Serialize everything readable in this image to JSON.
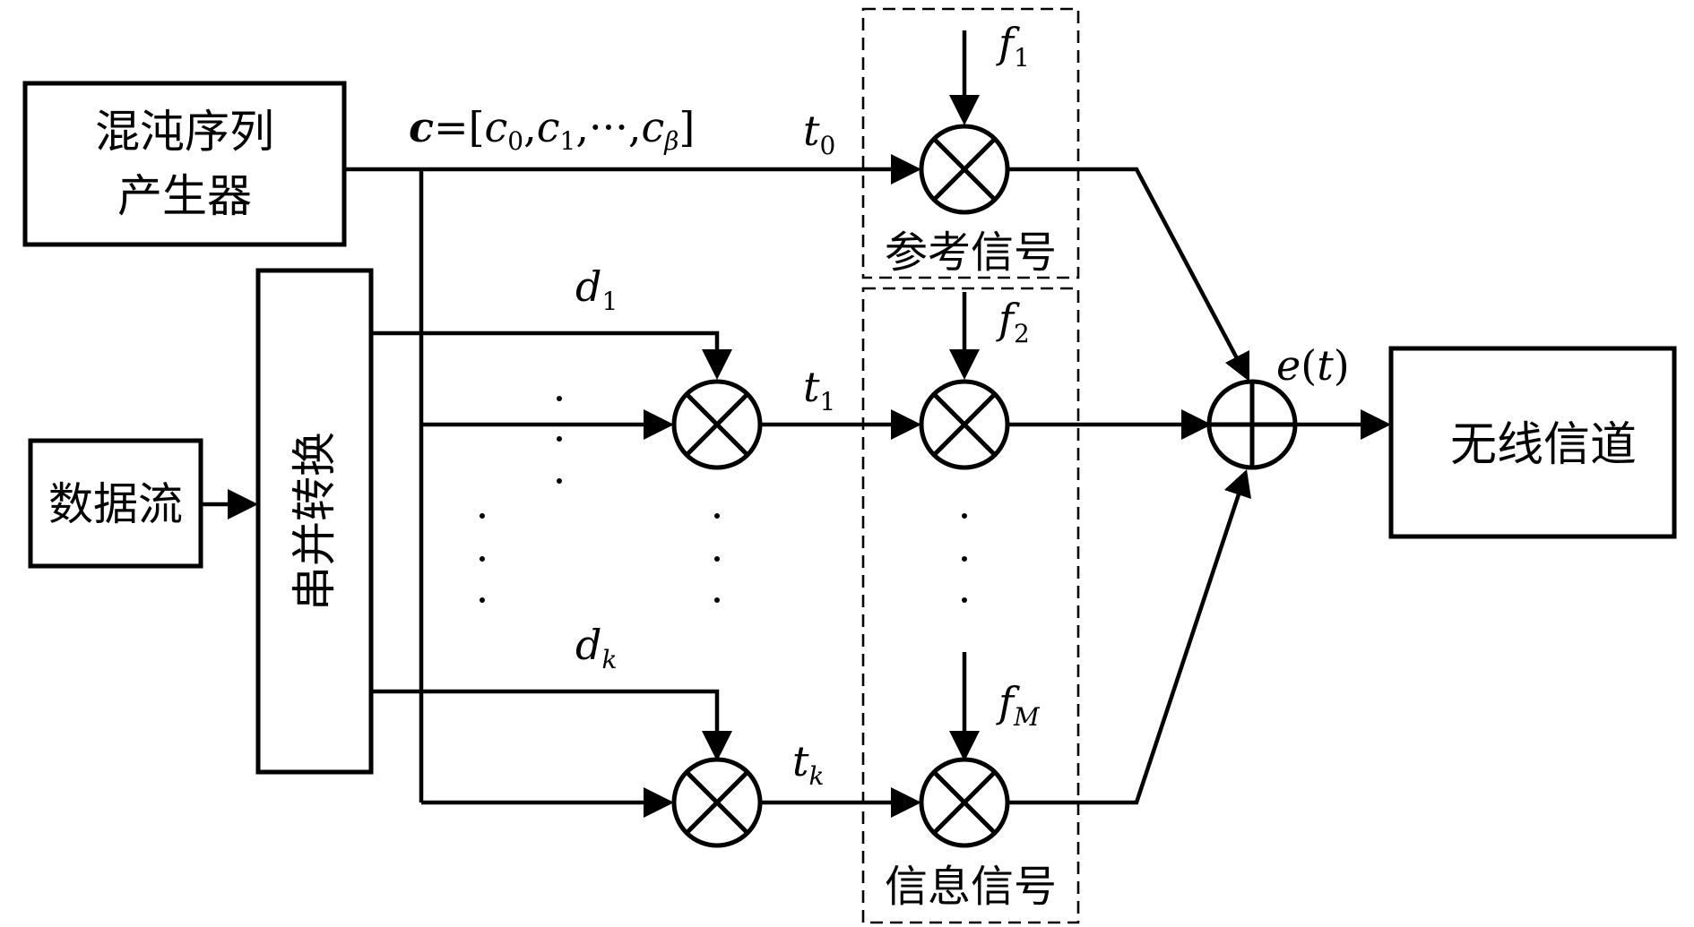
{
  "blocks": {
    "chaos_generator": {
      "line1": "混沌序列",
      "line2": "产生器"
    },
    "data_stream": "数据流",
    "serial_parallel": "串并转换",
    "wireless_channel": "无线信道"
  },
  "group_labels": {
    "reference": "参考信号",
    "information": "信息信号"
  },
  "sequence": {
    "name": "c",
    "equals": "=",
    "open": "[",
    "c": "c",
    "sub0": "0",
    "sub1": "1",
    "subb": "β",
    "comma": ",",
    "ellipsis": "···",
    "close": "]"
  },
  "signals": {
    "t": "t",
    "t0_sub": "0",
    "t1_sub": "1",
    "tk_sub": "k",
    "d": "d",
    "d1_sub": "1",
    "dk_sub": "k",
    "f": "f",
    "f1_sub": "1",
    "f2_sub": "2",
    "fM_sub": "M",
    "sum_e": "e",
    "sum_open": "(",
    "sum_t": "t",
    "sum_close": ")"
  }
}
